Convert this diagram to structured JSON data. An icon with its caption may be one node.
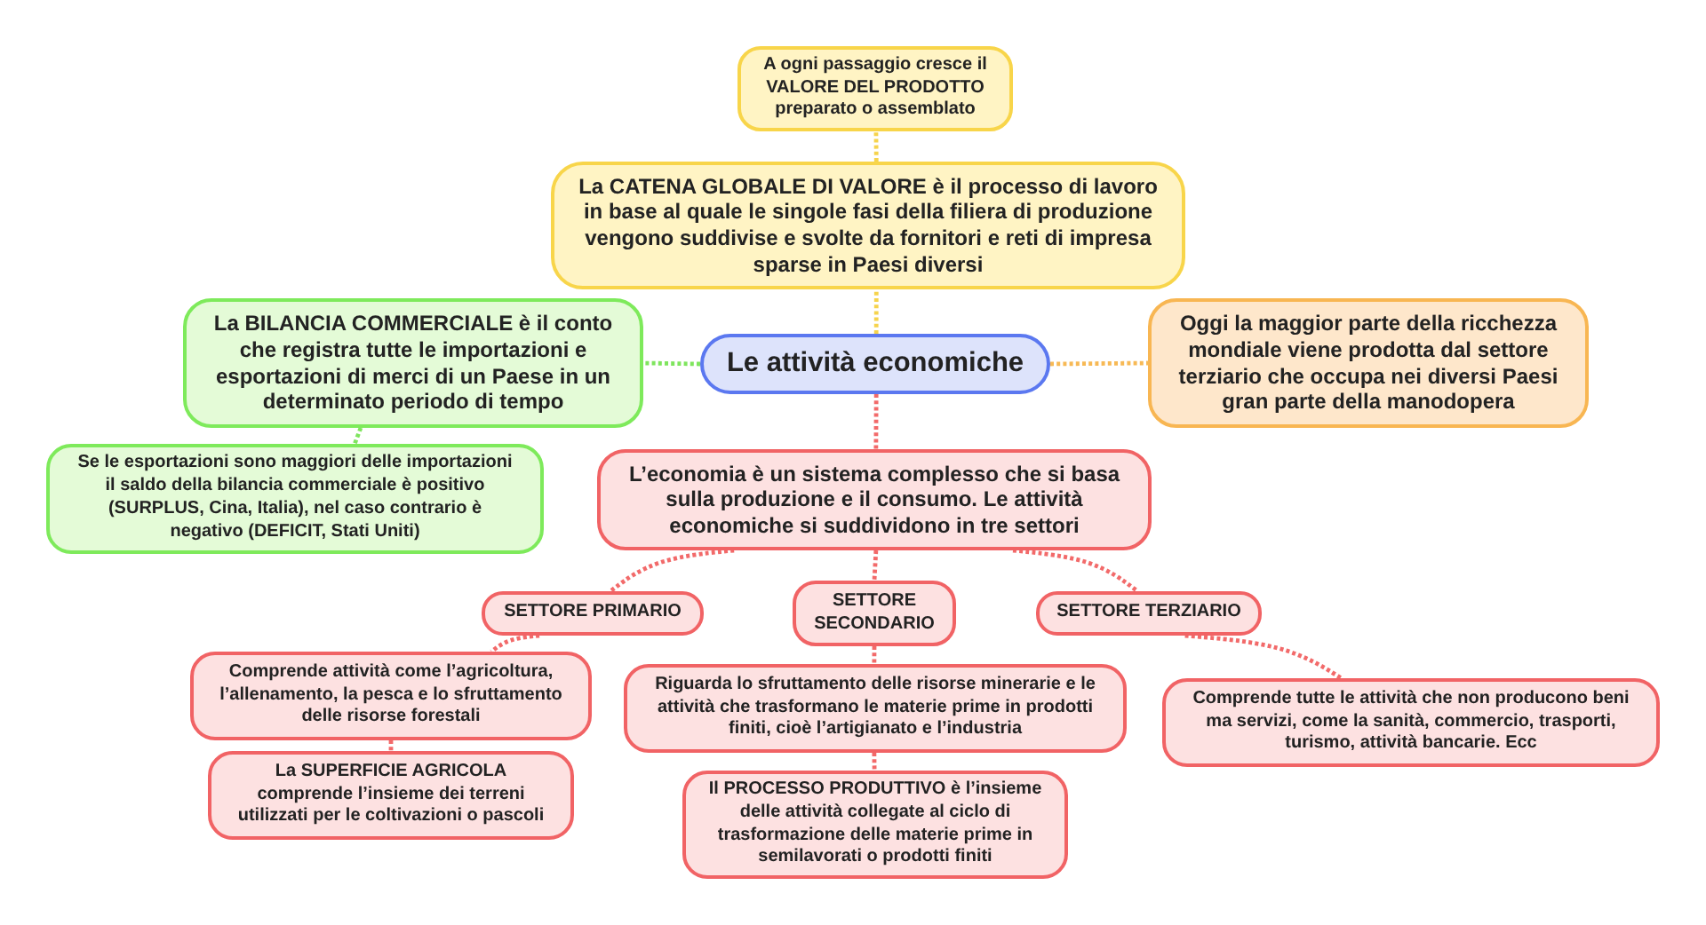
{
  "diagram": {
    "nodes": [
      {
        "text": [
          "A ogni passaggio cresce il VALORE DEL PRODOTTO preparato o assemblato"
        ]
      },
      {
        "text": [
          "La CATENA GLOBALE DI VALORE è il processo di lavoro in base al quale le singole fasi della filiera di produzione vengono suddivise e svolte da fornitori e reti di impresa sparse in Paesi diversi"
        ]
      },
      {
        "text": [
          "La BILANCIA COMMERCIALE è il conto che registra tutte le importazioni e esportazioni di merci di un Paese in un determinato periodo di tempo"
        ]
      },
      {
        "text": [
          "Le attività economiche"
        ]
      },
      {
        "text": [
          "Oggi la maggior parte della ricchezza mondiale viene prodotta dal settore terziario che occupa nei diversi Paesi gran parte della manodopera"
        ]
      },
      {
        "text": [
          "Se le esportazioni sono maggiori delle importazioni il saldo della bilancia commerciale è positivo (SURPLUS, Cina, Italia), nel caso contrario è negativo (DEFICIT, Stati Uniti)"
        ]
      },
      {
        "text": [
          "L’economia è un sistema complesso che si basa sulla produzione e il consumo. Le attività economiche si suddividono in tre settori"
        ]
      },
      {
        "text": [
          "SETTORE PRIMARIO"
        ]
      },
      {
        "text": [
          "SETTORE SECONDARIO"
        ]
      },
      {
        "text": [
          "SETTORE TERZIARIO"
        ]
      },
      {
        "text": [
          "Comprende attività come l’agricoltura, l’allenamento, la pesca e lo sfruttamento delle risorse forestali"
        ]
      },
      {
        "text": [
          "Riguarda lo sfruttamento delle risorse minerarie e le attività che trasformano le materie prime in prodotti finiti, cioè l’artigianato e l’industria"
        ]
      },
      {
        "text": [
          "Comprende tutte le attività che non producono beni ma servizi, come la sanità, commercio, trasporti, turismo, attività bancarie. Ecc"
        ]
      },
      {
        "text": [
          "La SUPERFICIE AGRICOLA comprende l’insieme dei terreni utilizzati per le coltivazioni o pascoli"
        ]
      },
      {
        "text": [
          "Il PROCESSO PRODUTTIVO è l’insieme delle attività collegate al ciclo di trasformazione delle materie prime in semilavorati o prodotti finiti"
        ]
      }
    ],
    "edges": [
      {
        "from": 1,
        "to": 0,
        "arrow": "none",
        "style": "dashed",
        "color": "#f6d34c"
      },
      {
        "from": 3,
        "to": 1,
        "arrow": "none",
        "style": "dashed",
        "color": "#f6d34c"
      },
      {
        "from": 3,
        "to": 2,
        "arrow": "none",
        "style": "dashed",
        "color": "#7fe55e"
      },
      {
        "from": 2,
        "to": 5,
        "arrow": "none",
        "style": "dashed",
        "color": "#7fe55e"
      },
      {
        "from": 3,
        "to": 4,
        "arrow": "none",
        "style": "dashed",
        "color": "#f7b955"
      },
      {
        "from": 3,
        "to": 6,
        "arrow": "none",
        "style": "dashed"
      },
      {
        "from": 6,
        "to": 7,
        "arrow": "none",
        "style": "dashed"
      },
      {
        "from": 6,
        "to": 8,
        "arrow": "none",
        "style": "dashed"
      },
      {
        "from": 6,
        "to": 9,
        "arrow": "none",
        "style": "dashed"
      },
      {
        "from": 7,
        "to": 10,
        "arrow": "none",
        "style": "dashed"
      },
      {
        "from": 10,
        "to": 13,
        "arrow": "none",
        "style": "dashed"
      },
      {
        "from": 8,
        "to": 11,
        "arrow": "none",
        "style": "dashed"
      },
      {
        "from": 11,
        "to": 14,
        "arrow": "none",
        "style": "dashed"
      },
      {
        "from": 9,
        "to": 12,
        "arrow": "none",
        "style": "dashed"
      }
    ]
  }
}
